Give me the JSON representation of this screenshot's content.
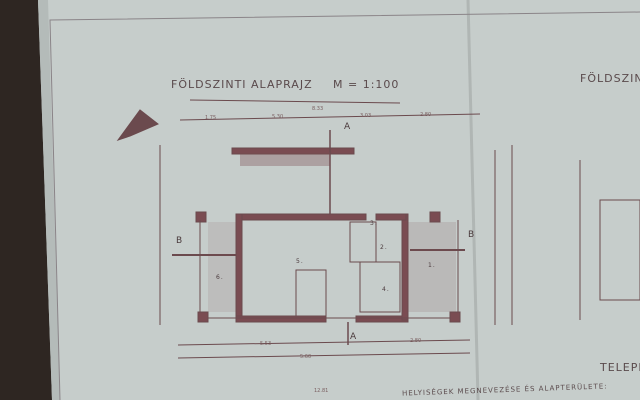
{
  "drawing": {
    "title": "FÖLDSZINTI  ALAPRAJZ",
    "scale": "M = 1:100",
    "right_title": "FÖLDSZINTI",
    "right_bottom_title": "TELEPIT",
    "rooms_caption": "HELYISÉGEK  MEGNEVEZÉSE  ÉS  ALAPTERÜLETE:",
    "section_labels": {
      "a_top": "A",
      "a_bottom": "A",
      "b_left": "B",
      "b_right": "B"
    },
    "room_numbers": [
      "1.",
      "2.",
      "3.",
      "4.",
      "5.",
      "6."
    ],
    "dimensions": {
      "overall_top": "8.33",
      "top_1": "5.30",
      "top_2": "3.03",
      "top_3": "2.80",
      "left": "1.75",
      "bottom_overall": "12.81",
      "bottom_1": "5.53",
      "bottom_2": "5.60",
      "bottom_3": "2.80"
    },
    "colors": {
      "paper": "#c8cfcc",
      "ink": "#6b4a4e",
      "wood": "#2e2622"
    }
  }
}
